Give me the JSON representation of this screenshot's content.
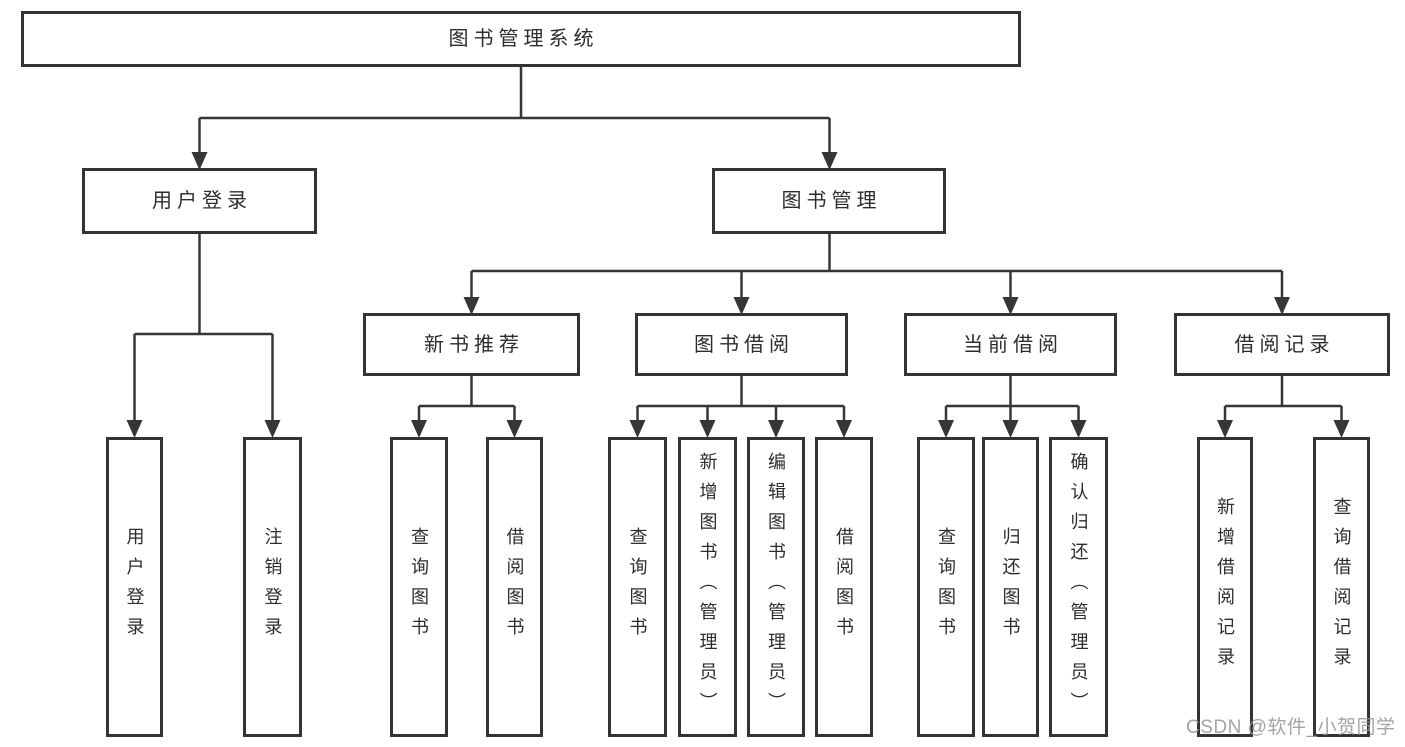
{
  "diagram": {
    "type": "hierarchy-tree",
    "tree": {
      "label": "图书管理系统",
      "children": [
        {
          "label": "用户登录",
          "children": [
            {
              "label": "用户登录"
            },
            {
              "label": "注销登录"
            }
          ]
        },
        {
          "label": "图书管理",
          "children": [
            {
              "label": "新书推荐",
              "children": [
                {
                  "label": "查询图书"
                },
                {
                  "label": "借阅图书"
                }
              ]
            },
            {
              "label": "图书借阅",
              "children": [
                {
                  "label": "查询图书"
                },
                {
                  "label": "新增图书（管理员）"
                },
                {
                  "label": "编辑图书（管理员）"
                },
                {
                  "label": "借阅图书"
                }
              ]
            },
            {
              "label": "当前借阅",
              "children": [
                {
                  "label": "查询图书"
                },
                {
                  "label": "归还图书"
                },
                {
                  "label": "确认归还（管理员）"
                }
              ]
            },
            {
              "label": "借阅记录",
              "children": [
                {
                  "label": "新增借阅记录"
                },
                {
                  "label": "查询借阅记录"
                }
              ]
            }
          ]
        }
      ]
    }
  },
  "watermark": {
    "text": "CSDN @软件_小贺同学"
  },
  "colors": {
    "line": "#363636",
    "border": "#333333",
    "text": "#2d2d2d",
    "background": "#ffffff",
    "watermark": "#9b9b9b"
  }
}
